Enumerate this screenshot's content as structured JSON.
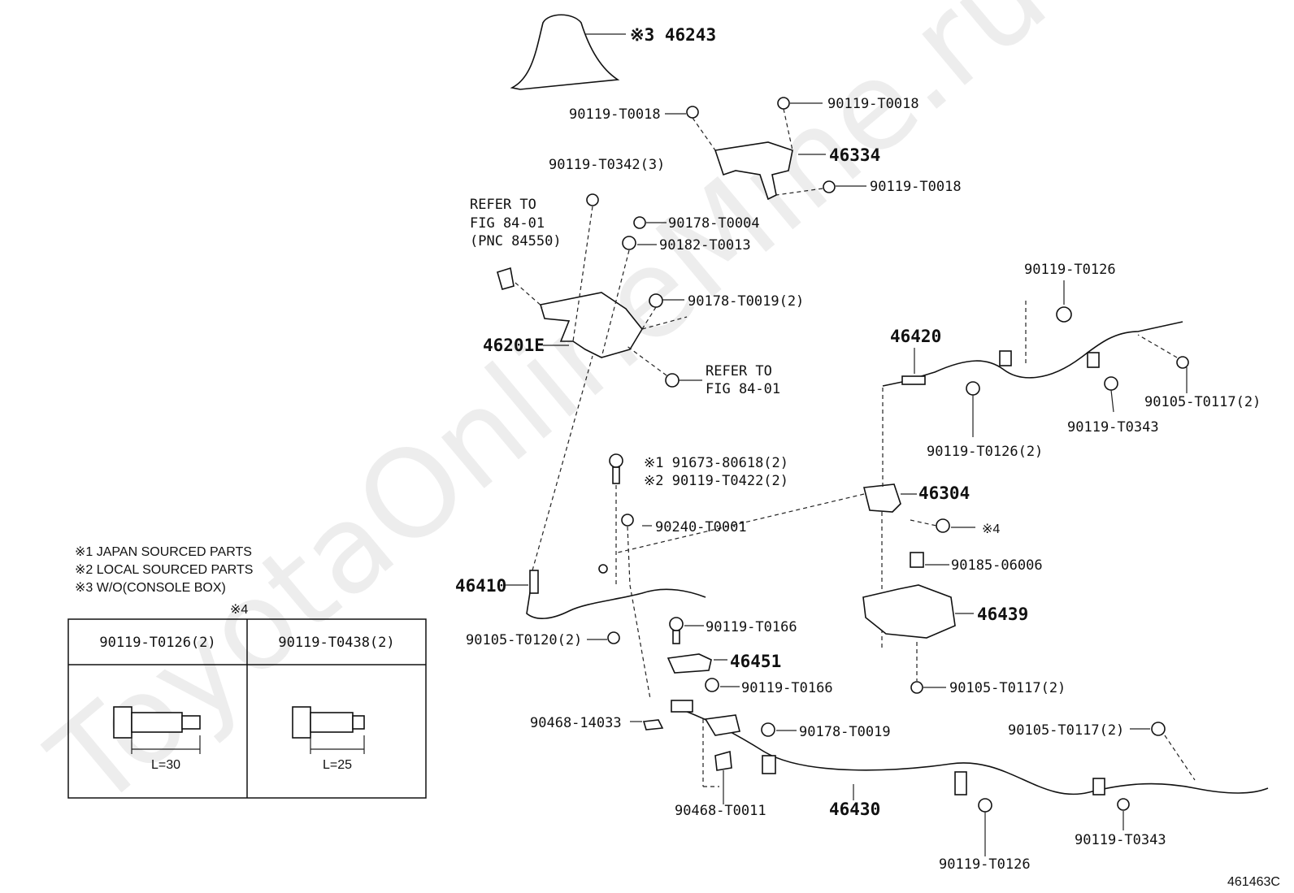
{
  "watermark": "ToyotaOnlineMine.ru",
  "figure_code": "461463C",
  "labels": {
    "p46243": "※3 46243",
    "p90119_T0018_a": "90119-T0018",
    "p90119_T0018_b": "90119-T0018",
    "p46334": "46334",
    "p90119_T0018_c": "90119-T0018",
    "p90119_T0342": "90119-T0342(3)",
    "refer1_l1": "REFER TO",
    "refer1_l2": "FIG 84-01",
    "refer1_l3": "(PNC 84550)",
    "p90178_T0004": "90178-T0004",
    "p90182_T0013": "90182-T0013",
    "p90178_T0019_2": "90178-T0019(2)",
    "p46201E": "46201E",
    "refer2_l1": "REFER TO",
    "refer2_l2": "FIG 84-01",
    "p90119_T0126_top": "90119-T0126",
    "p46420": "46420",
    "p90105_T0117_2_a": "90105-T0117(2)",
    "p90119_T0343_a": "90119-T0343",
    "p90119_T0126_2": "90119-T0126(2)",
    "p91673": "※1 91673-80618(2)",
    "p90119_T0422": "※2 90119-T0422(2)",
    "p46304": "46304",
    "p90240": "90240-T0001",
    "note4_ref": "※4",
    "p90185": "90185-06006",
    "p46410": "46410",
    "p46439": "46439",
    "p90119_T0166_a": "90119-T0166",
    "p90105_T0120": "90105-T0120(2)",
    "p46451": "46451",
    "p90105_T0117_2_b": "90105-T0117(2)",
    "p90119_T0166_b": "90119-T0166",
    "p90468_14033": "90468-14033",
    "p90178_T0019": "90178-T0019",
    "p90105_T0117_2_c": "90105-T0117(2)",
    "p90468_T0011": "90468-T0011",
    "p46430": "46430",
    "p90119_T0343_b": "90119-T0343",
    "p90119_T0126_bottom": "90119-T0126"
  },
  "notes": {
    "n1": "※1 JAPAN SOURCED PARTS",
    "n2": "※2 LOCAL SOURCED PARTS",
    "n3": "※3 W/O(CONSOLE BOX)"
  },
  "table": {
    "caption": "※4",
    "col1_header": "90119-T0126(2)",
    "col2_header": "90119-T0438(2)",
    "col1_dim": "L=30",
    "col2_dim": "L=25"
  }
}
